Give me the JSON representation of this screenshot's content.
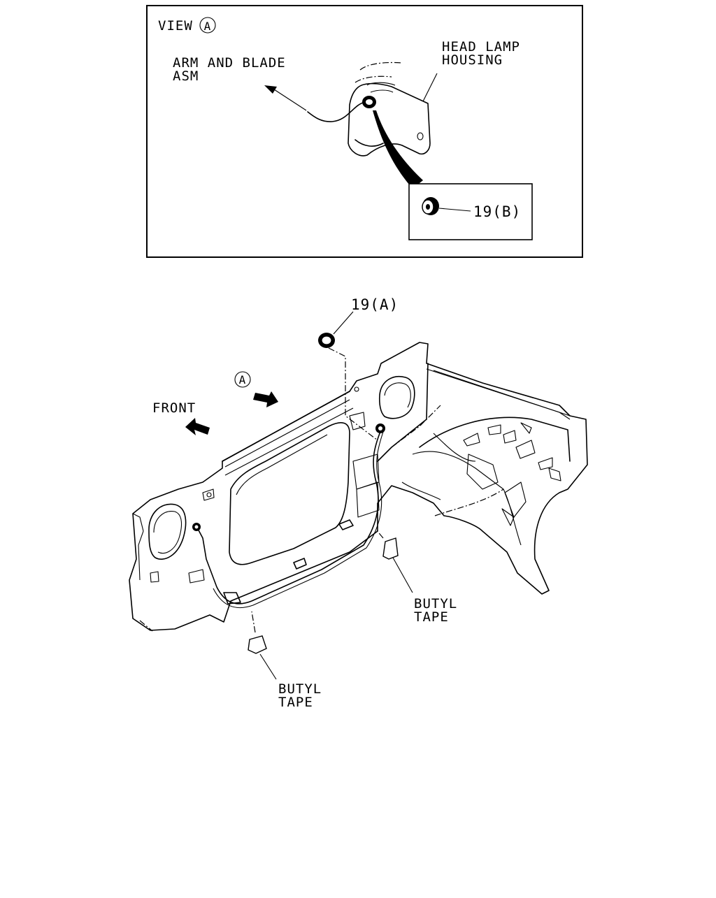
{
  "view_panel": {
    "title": "VIEW",
    "view_marker": "A",
    "arm_label_line1": "ARM AND BLADE",
    "arm_label_line2": "ASM",
    "housing_label_line1": "HEAD LAMP",
    "housing_label_line2": "HOUSING",
    "part_callout": "19(B)"
  },
  "main_view": {
    "part_callout": "19(A)",
    "view_marker": "A",
    "direction_label": "FRONT",
    "tape_right_line1": "BUTYL",
    "tape_right_line2": "TAPE",
    "tape_left_line1": "BUTYL",
    "tape_left_line2": "TAPE"
  }
}
